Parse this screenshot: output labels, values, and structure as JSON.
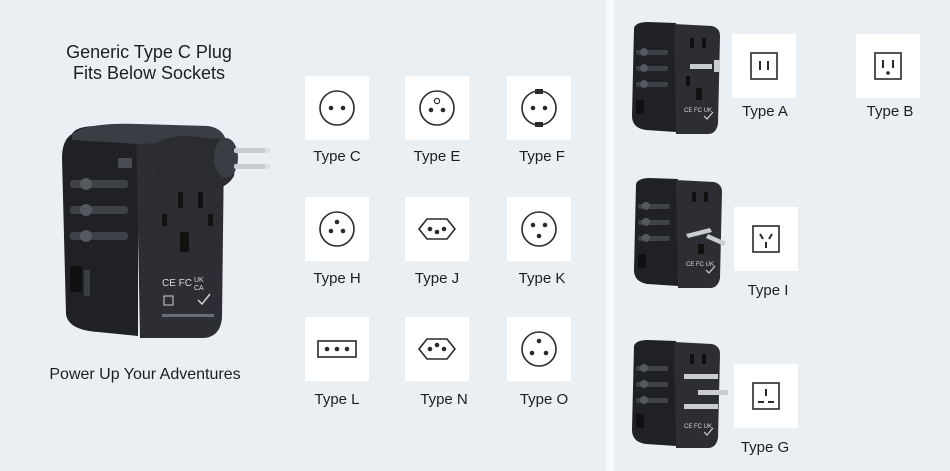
{
  "headline": {
    "line1": "Generic Type C Plug",
    "line2": "Fits Below Sockets"
  },
  "tagline": "Power Up Your Adventures",
  "sockets": {
    "type_c": "Type C",
    "type_e": "Type E",
    "type_f": "Type F",
    "type_h": "Type H",
    "type_j": "Type J",
    "type_k": "Type K",
    "type_l": "Type L",
    "type_n": "Type N",
    "type_o": "Type O",
    "type_a": "Type A",
    "type_b": "Type B",
    "type_i": "Type I",
    "type_g": "Type G"
  },
  "colors": {
    "background": "#eaeff4",
    "tile": "#ffffff",
    "device_body": "#2a2c30",
    "text": "#1e1e1e"
  }
}
